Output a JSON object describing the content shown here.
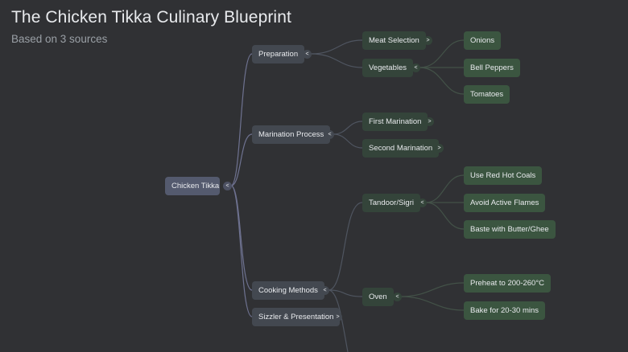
{
  "header": {
    "title": "The Chicken Tikka Culinary Blueprint",
    "subtitle": "Based on 3 sources"
  },
  "colors": {
    "background": "#303134",
    "root_node": "#545a6e",
    "level1_node": "#434850",
    "level2_node": "#34443a",
    "leaf_node": "#3b5540",
    "root_link": "#6e7290",
    "level_link": "#4a5a50"
  },
  "toggle_icons": {
    "collapse": "<",
    "expand": ">"
  },
  "mindmap": {
    "root": {
      "label": "Chicken Tikka",
      "toggle": "<"
    },
    "branches": [
      {
        "label": "Preparation",
        "toggle": "<",
        "children": [
          {
            "label": "Meat Selection",
            "toggle": ">"
          },
          {
            "label": "Vegetables",
            "toggle": "<",
            "children": [
              {
                "label": "Onions"
              },
              {
                "label": "Bell Peppers"
              },
              {
                "label": "Tomatoes"
              }
            ]
          }
        ]
      },
      {
        "label": "Marination Process",
        "toggle": "<",
        "children": [
          {
            "label": "First Marination",
            "toggle": ">"
          },
          {
            "label": "Second Marination",
            "toggle": ">"
          }
        ]
      },
      {
        "label": "Cooking Methods",
        "toggle": "<",
        "children": [
          {
            "label": "Tandoor/Sigri",
            "toggle": "<",
            "children": [
              {
                "label": "Use Red Hot Coals"
              },
              {
                "label": "Avoid Active Flames"
              },
              {
                "label": "Baste with Butter/Ghee"
              }
            ]
          },
          {
            "label": "Oven",
            "toggle": "<",
            "children": [
              {
                "label": "Preheat to 200-260°C"
              },
              {
                "label": "Bake for 20-30 mins"
              }
            ]
          }
        ]
      },
      {
        "label": "Sizzler & Presentation",
        "toggle": ">"
      }
    ]
  }
}
